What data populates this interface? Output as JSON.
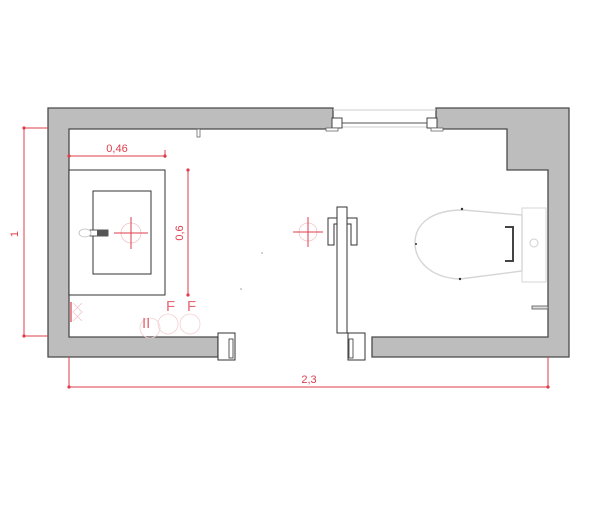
{
  "drawing": {
    "type": "floor-plan",
    "subject": "bathroom",
    "colors": {
      "wall_fill": "#bdbdbd",
      "wall_stroke": "#4a4a4a",
      "dimension": "#e03c4b",
      "fixture_line": "#333333",
      "light_fixture": "#d9d9d9",
      "background": "#ffffff"
    }
  },
  "dimensions": {
    "height_label": "1",
    "basin_width_label": "0,46",
    "basin_depth_label": "0,6",
    "total_width_label": "2,3"
  },
  "fixtures": {
    "sink": {
      "name": "washbasin"
    },
    "toilet": {
      "name": "toilet"
    },
    "sliding_door": {
      "name": "sliding-door"
    },
    "window": {
      "name": "window"
    },
    "symbols": {
      "socket_labels": [
        "F",
        "F"
      ],
      "switch_label": "II"
    }
  }
}
